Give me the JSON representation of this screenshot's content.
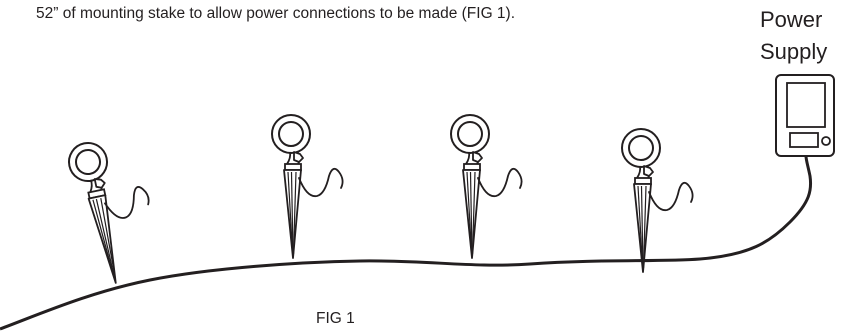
{
  "instruction": {
    "text": "52” of mounting stake to allow power connections to be made (FIG 1)."
  },
  "power_supply": {
    "line1": "Power",
    "line2": "Supply"
  },
  "figure": {
    "caption": "FIG 1",
    "light_count": 4
  },
  "colors": {
    "stroke": "#231f20",
    "background": "#ffffff"
  }
}
